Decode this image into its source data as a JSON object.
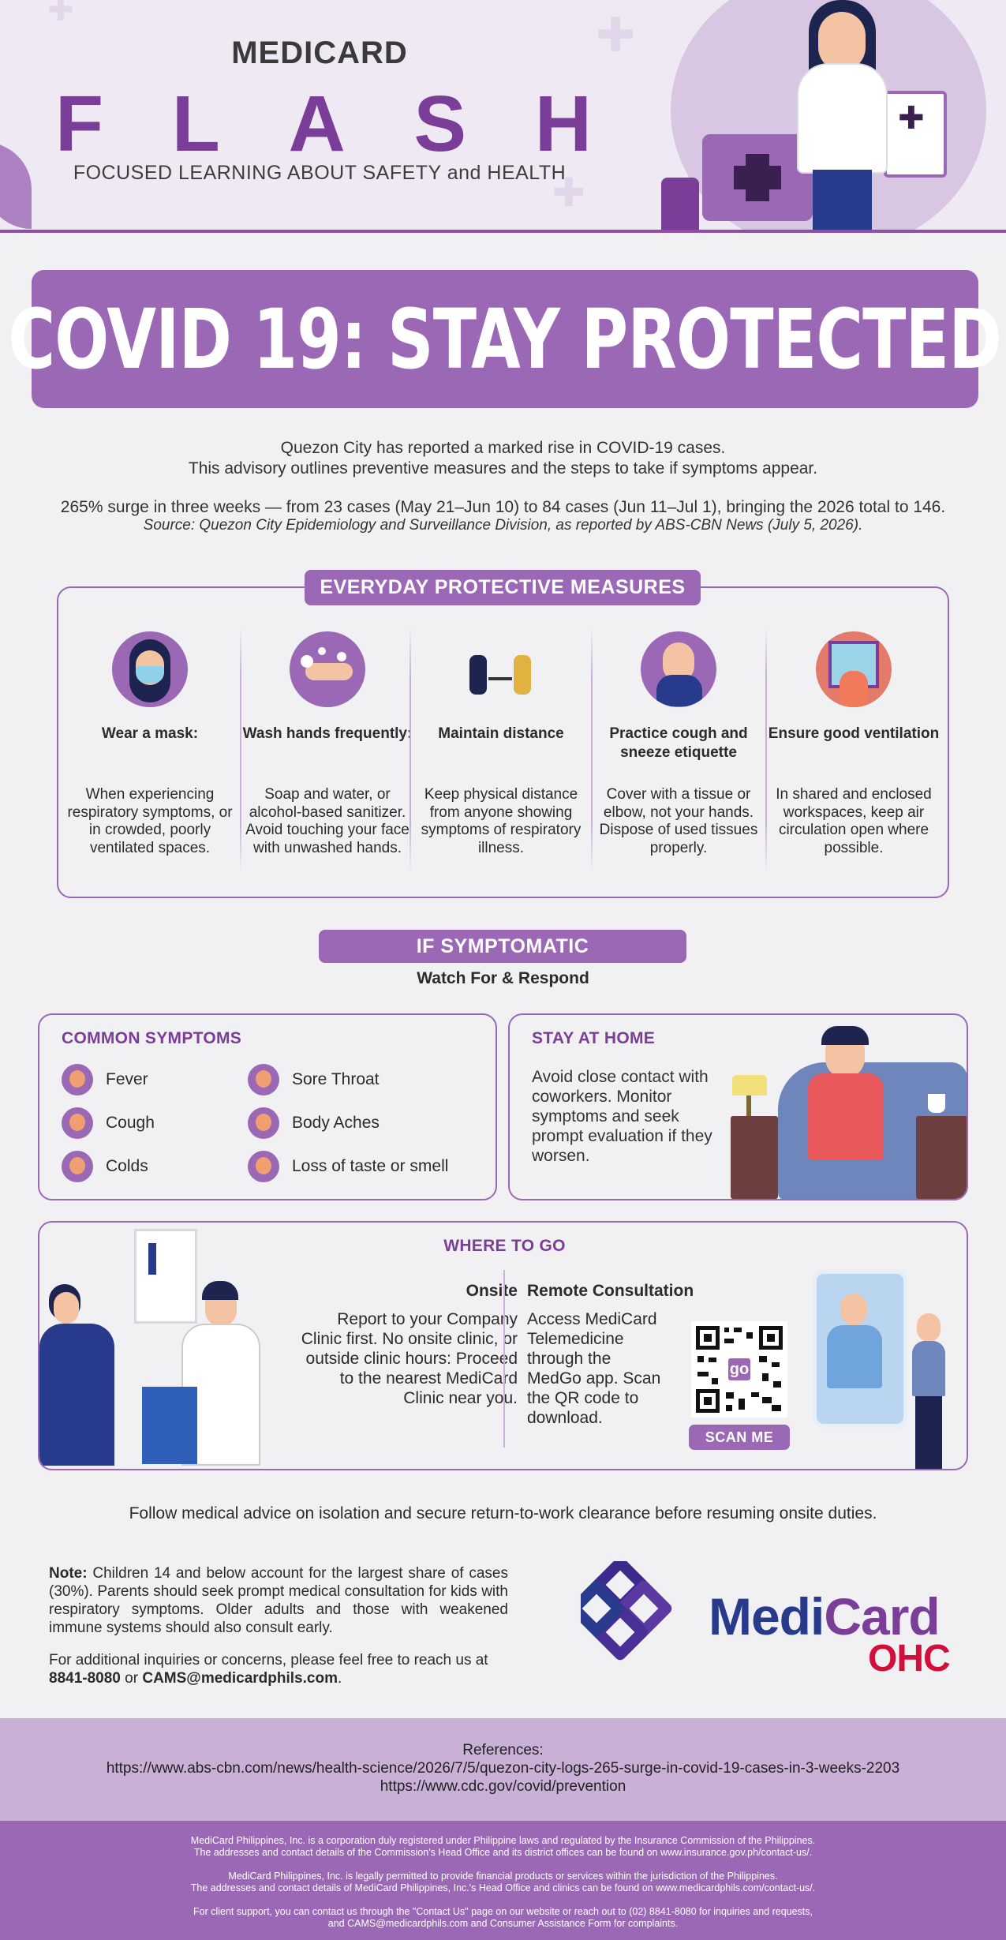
{
  "header": {
    "brand": "MEDICARD",
    "flash_letters": [
      "F",
      "L",
      "A",
      "S",
      "H"
    ],
    "tagline": "FOCUSED LEARNING ABOUT SAFETY and HEALTH"
  },
  "banner": {
    "title": "COVID 19: STAY PROTECTED"
  },
  "intro": {
    "line1": "Quezon City has reported a marked rise in COVID-19 cases.",
    "line2": "This advisory outlines preventive measures and the steps to take if symptoms appear.",
    "stat": "265% surge in three weeks — from 23 cases (May 21–Jun 10) to 84 cases (Jun 11–Jul 1), bringing the 2026 total to 146.",
    "source": "Source: Quezon City Epidemiology and Surveillance Division, as reported by ABS-CBN News (July 5, 2026)."
  },
  "protective": {
    "heading": "EVERYDAY PROTECTIVE MEASURES",
    "items": [
      {
        "name": "Wear a mask:",
        "desc": "When experiencing respiratory symptoms, or in crowded, poorly ventilated spaces."
      },
      {
        "name": "Wash hands frequently:",
        "desc": "Soap and water, or alcohol-based sanitizer. Avoid touching your face with unwashed hands."
      },
      {
        "name": "Maintain distance",
        "desc": "Keep physical distance from anyone showing symptoms of respiratory illness."
      },
      {
        "name": "Practice cough and sneeze etiquette",
        "desc": "Cover with a tissue or elbow, not your hands. Dispose of used tissues properly."
      },
      {
        "name": "Ensure good ventilation",
        "desc": "In shared and enclosed workspaces, keep air circulation open where possible."
      }
    ]
  },
  "symptomatic": {
    "heading": "IF SYMPTOMATIC",
    "subheading": "Watch For & Respond",
    "common": {
      "heading": "COMMON SYMPTOMS",
      "items": [
        "Fever",
        "Sore Throat",
        "Cough",
        "Body Aches",
        "Colds",
        "Loss of taste or smell"
      ]
    },
    "stay": {
      "heading": "STAY AT HOME",
      "text": "Avoid close contact with coworkers. Monitor symptoms and seek prompt evaluation if they worsen."
    }
  },
  "where": {
    "heading": "WHERE TO GO",
    "onsite_heading": "Onsite",
    "onsite_text": "Report to your Company Clinic first. No onsite clinic, or outside clinic hours: Proceed to the nearest MediCard Clinic near you.",
    "remote_heading": "Remote Consultation",
    "remote_text": "Access MediCard Telemedicine through the MedGo app. Scan the QR code to download.",
    "qr_badge": "go",
    "scan_label": "SCAN ME"
  },
  "follow": "Follow medical advice on isolation and secure return-to-work clearance before resuming onsite duties.",
  "note": {
    "label": "Note:",
    "text": "Children 14 and below account for the largest share of cases (30%). Parents should seek prompt medical consultation for kids with respiratory symptoms. Older adults and those with weakened immune systems should also consult early.",
    "contact_prefix": "For additional inquiries or concerns, please feel free to reach us at",
    "phone": "8841-8080",
    "or": "or",
    "email": "CAMS@medicardphils.com",
    "end": "."
  },
  "logo": {
    "medi": "Medi",
    "card": "Card",
    "ohc": "OHC"
  },
  "references": {
    "heading": "References:",
    "links": [
      "https://www.abs-cbn.com/news/health-science/2026/7/5/quezon-city-logs-265-surge-in-covid-19-cases-in-3-weeks-2203",
      "https://www.cdc.gov/covid/prevention"
    ]
  },
  "footer": {
    "lines": [
      "MediCard Philippines, Inc. is a corporation duly registered under Philippine laws and regulated by the Insurance Commission of the Philippines.",
      "The addresses and contact details of the Commission's Head Office and its district offices can be found on www.insurance.gov.ph/contact-us/.",
      "MediCard Philippines, Inc. is legally permitted to provide financial products or services within the jurisdiction of the Philippines.",
      "The addresses and contact details of MediCard Philippines, Inc.'s Head Office and clinics can be found on www.medicardphils.com/contact-us/.",
      "For client support, you can contact us through the \"Contact Us\" page on our website or reach out to (02) 8841-8080 for inquiries and requests,",
      "and CAMS@medicardphils.com and Consumer Assistance Form for complaints."
    ]
  },
  "colors": {
    "primary": "#9b68b5",
    "dark_purple": "#7b3e98",
    "navy": "#283a8c",
    "red": "#d0103a",
    "background": "#f1f0f3"
  }
}
